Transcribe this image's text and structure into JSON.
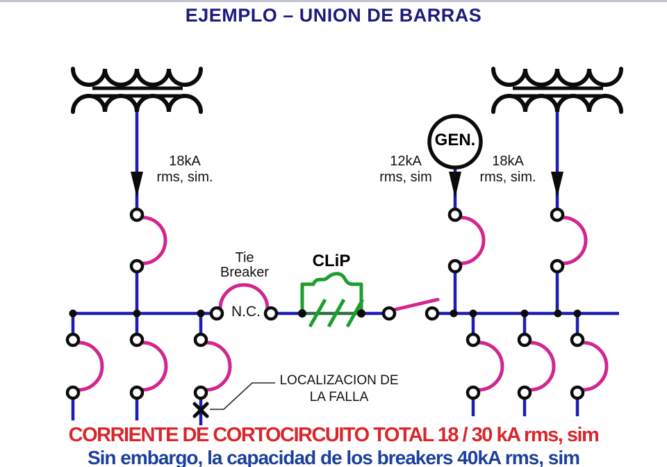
{
  "page": {
    "title": "EJEMPLO – UNION DE BARRAS"
  },
  "diagram": {
    "transformer_left_label": {
      "line1": "18kA",
      "line2": "rms, sim."
    },
    "generator_label": {
      "line1": "12kA",
      "line2": "rms, sim"
    },
    "transformer_right_label": {
      "line1": "18kA",
      "line2": "rms, sim."
    },
    "generator_name": "GEN.",
    "tie_breaker_label": {
      "line1": "Tie",
      "line2": "Breaker"
    },
    "tie_breaker_state": "N.C.",
    "clip_label": "CLiP",
    "fault_label": {
      "line1": "LOCALIZACION DE",
      "line2": "LA FALLA"
    }
  },
  "footer": {
    "short_circuit_total": "CORRIENTE DE CORTOCIRCUITO TOTAL 18 / 30 kA rms, sim",
    "breaker_capacity": "Sin embargo, la capacidad de los breakers 40kA rms, sim"
  },
  "colors": {
    "title_navy": "#1b1b7e",
    "line_blue": "#1d1db5",
    "breaker_pink": "#d2258f",
    "clip_green": "#1e9e2e",
    "clip_conductor_green": "#2d7040",
    "alert_red": "#d9262b",
    "footer_blue": "#1c3f9c"
  }
}
